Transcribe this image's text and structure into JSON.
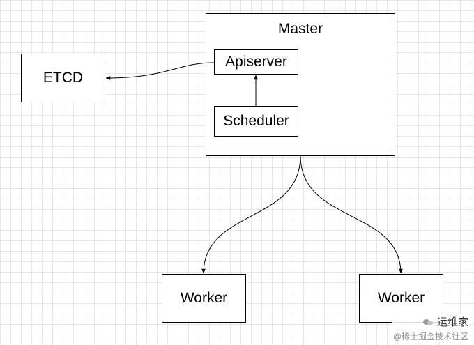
{
  "nodes": {
    "master": "Master",
    "etcd": "ETCD",
    "apiserver": "Apiserver",
    "scheduler": "Scheduler",
    "worker_left": "Worker",
    "worker_right": "Worker"
  },
  "watermark": {
    "title": "运维家",
    "subtitle": "@稀土掘金技术社区",
    "icon": "wechat-icon"
  },
  "colors": {
    "line": "#000000",
    "grid": "#e6e6e6",
    "background": "#ffffff"
  }
}
